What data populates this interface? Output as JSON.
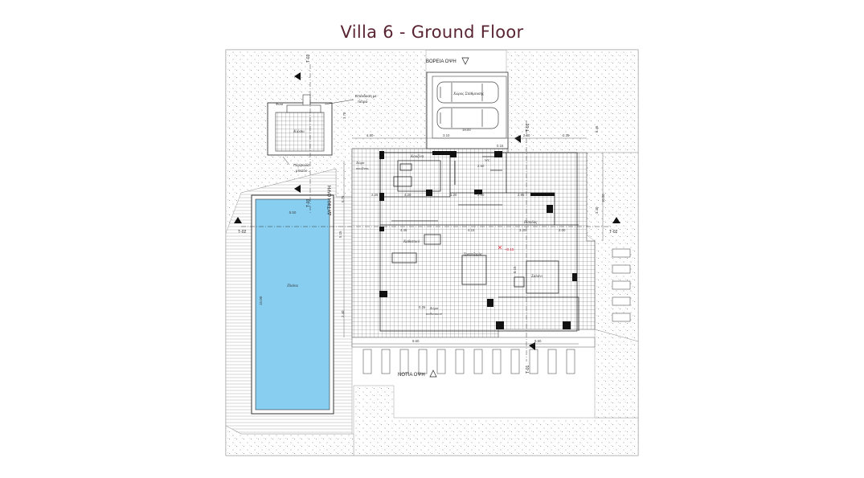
{
  "title": "Villa 6 - Ground Floor",
  "colors": {
    "title": "#5a2433",
    "pool": "#87cef0",
    "wall": "#111111"
  },
  "labels": {
    "north_elevation": "ΒΟΡΕΙΑ ΟΨΗ",
    "south_elevation": "ΝΟΤΙΑ ΟΨΗ",
    "west_elevation": "ΔΥΤΙΚΗ ΟΨΗ",
    "parking": "Χώρος Στάθμευσης",
    "fire_note_1": "Επένδυση με",
    "fire_note_2": "πέτρα",
    "pool_room": "Φυτό",
    "kiosk": "Κιόσκι",
    "pergola_1": "Πέργκολα",
    "pergola_2": "μπετόν",
    "kitchen": "Κουζίνα",
    "kitchen_patio_1": "Δώμα",
    "kitchen_patio_2": "κουζίνας",
    "wc": "WC",
    "entrance": "Είσοδος",
    "living": "Καθιστικό",
    "dining": "Τραπεζαρία",
    "salon": "Σαλόνι",
    "patio_1": "Δώμα",
    "patio_2": "καθιστικού",
    "pool": "Πισίνα",
    "level": "+0.15"
  },
  "sections": {
    "t01": "Τ-01",
    "t02": "Τ-02",
    "t03": "Τ-03"
  },
  "dims": {
    "d1": "1.80",
    "d2": "3.10",
    "d3": "2.60",
    "d4": "2.35",
    "d5": "19.00",
    "d6": "0.15",
    "d7": "2.25",
    "d8": "4.20",
    "d9": "1.20",
    "d10": "2.00",
    "d11": "2.50",
    "d12": "2.95",
    "d13": "4.45",
    "d14": "4.15",
    "d15": "3.20",
    "d16": "2.00",
    "d17": "5.50",
    "d18": "15.00",
    "d19": "2.40",
    "d20": "5.15",
    "d21": "9.60",
    "d22": "9.60",
    "d23": "0.25",
    "d24": "8.45",
    "d25": "3.40",
    "d26": "10.00",
    "d27": "3.75",
    "d28": "8.15",
    "d29": "5.75"
  }
}
